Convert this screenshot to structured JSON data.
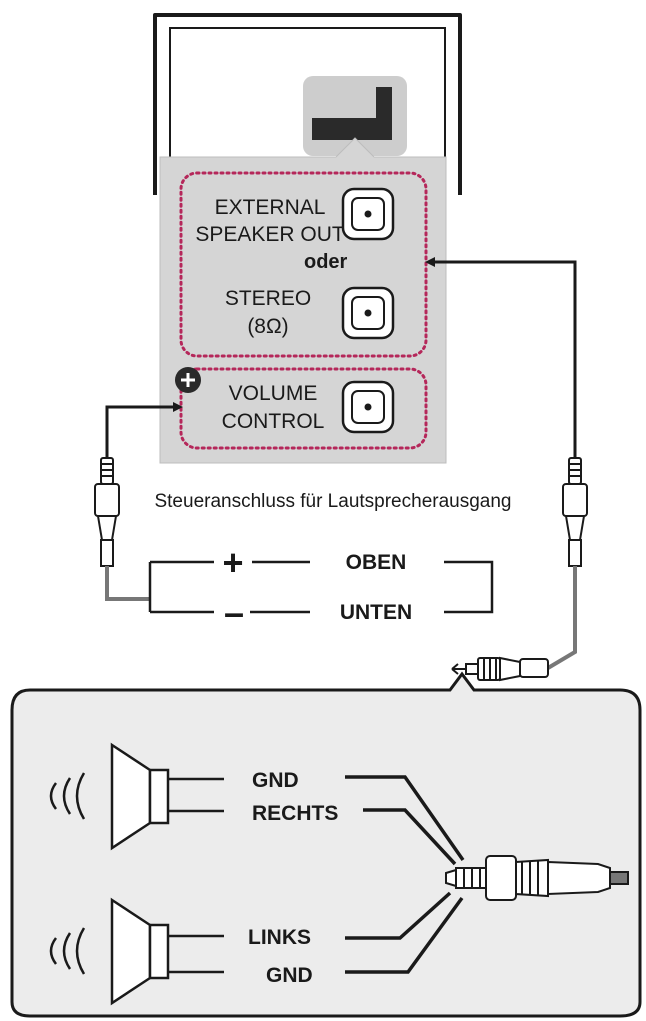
{
  "panel": {
    "external_line1": "EXTERNAL",
    "external_line2": "SPEAKER OUT",
    "or": "oder",
    "stereo_line1": "STEREO",
    "stereo_line2": "(8Ω)",
    "volume_line1": "VOLUME",
    "volume_line2": "CONTROL"
  },
  "caption": "Steueranschluss für Lautsprecherausgang",
  "volume_switch": {
    "plus": "+",
    "minus": "–",
    "up": "OBEN",
    "down": "UNTEN"
  },
  "detail": {
    "top_gnd": "GND",
    "right": "RECHTS",
    "left": "LINKS",
    "bottom_gnd": "GND"
  },
  "colors": {
    "panel_gray": "#d5d5d5",
    "tab_gray": "#c4c4c4",
    "dotted_border": "#b5275a",
    "line": "#1a1a1a",
    "detail_bg": "#ececec"
  }
}
